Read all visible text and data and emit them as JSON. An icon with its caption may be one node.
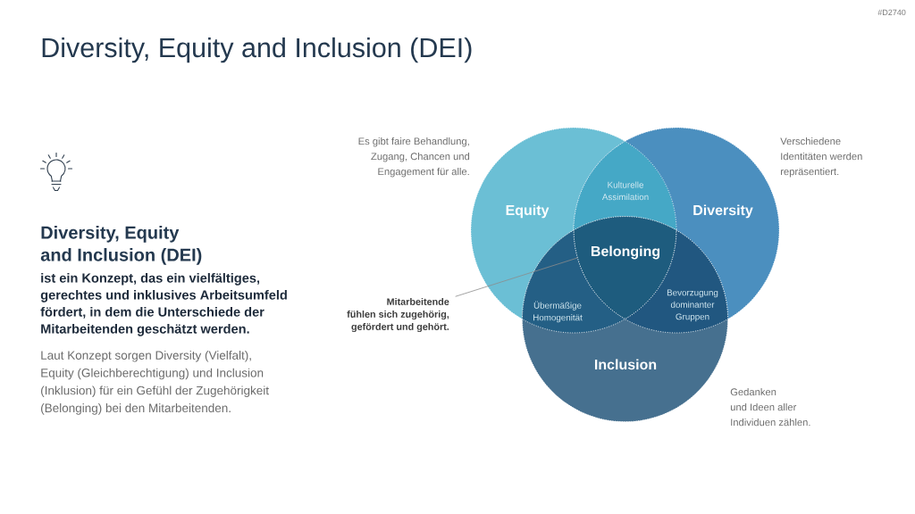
{
  "diagram": {
    "title": "Diversity, Equity and Inclusion (DEI)",
    "nodes": [
      {
        "text": [
          "Equity"
        ],
        "beside": [
          "Es gibt faire Behandlung, Zugang, Chancen und Engagement für alle."
        ]
      },
      {
        "text": [
          "Diversity"
        ],
        "beside": [
          "Verschiedene Identitäten werden repräsentiert."
        ]
      },
      {
        "text": [
          "Inclusion"
        ],
        "beside": [
          "Gedanken und Ideen aller Individuen zählen."
        ]
      },
      {
        "text": [
          "Kulturelle Assimilation"
        ]
      },
      {
        "text": [
          "Belonging"
        ]
      },
      {
        "text": [
          "Übermäßige Homogenität"
        ]
      },
      {
        "text": [
          "Bevorzugung dominanter Gruppen"
        ]
      },
      {
        "text": [
          "Mitarbeitende fühlen sich zugehörig, gefördert und gehört."
        ]
      }
    ],
    "edges": [
      {
        "from": 7,
        "to": 4,
        "arrow": "none"
      }
    ],
    "labels": [
      "#D2740",
      "Diversity, Equity and Inclusion (DEI)",
      "ist ein Konzept, das ein vielfältiges, gerechtes und inklusives Arbeitsumfeld fördert, in dem die Unterschiede der Mitarbeitenden geschätzt werden.",
      "Laut Konzept sorgen Diversity (Vielfalt), Equity (Gleichberechtigung) und Inclusion (Inklusion) für ein Gefühl der Zugehörigkeit (Belonging) bei den Mitarbeitenden."
    ]
  }
}
